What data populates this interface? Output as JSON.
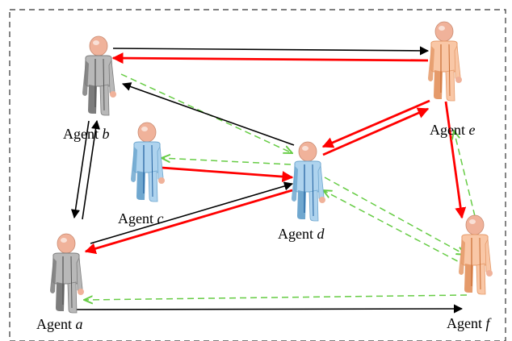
{
  "labels_prefix": "Agent",
  "colors": {
    "black_edge": "#000000",
    "red_edge": "#ff0000",
    "green_edge": "#66cc44",
    "gray_body": "#b8b8b8",
    "blue_body": "#aed3ee",
    "orange_body": "#f9c7a6",
    "head": "#f0b29a",
    "border": "#333333"
  },
  "agents": [
    {
      "id": "a",
      "label_word": "Agent",
      "label_id": "a",
      "color": "gray"
    },
    {
      "id": "b",
      "label_word": "Agent",
      "label_id": "b",
      "color": "gray"
    },
    {
      "id": "c",
      "label_word": "Agent",
      "label_id": "c",
      "color": "blue"
    },
    {
      "id": "d",
      "label_word": "Agent",
      "label_id": "d",
      "color": "blue"
    },
    {
      "id": "e",
      "label_word": "Agent",
      "label_id": "e",
      "color": "orange"
    },
    {
      "id": "f",
      "label_word": "Agent",
      "label_id": "f",
      "color": "orange"
    }
  ],
  "edges": [
    {
      "from": "b",
      "to": "e",
      "style": "black"
    },
    {
      "from": "e",
      "to": "b",
      "style": "red"
    },
    {
      "from": "b",
      "to": "a",
      "style": "black"
    },
    {
      "from": "a",
      "to": "b",
      "style": "black"
    },
    {
      "from": "b",
      "to": "d",
      "style": "green"
    },
    {
      "from": "d",
      "to": "b",
      "style": "black"
    },
    {
      "from": "c",
      "to": "d",
      "style": "red"
    },
    {
      "from": "d",
      "to": "c",
      "style": "green"
    },
    {
      "from": "a",
      "to": "d",
      "style": "black"
    },
    {
      "from": "d",
      "to": "a",
      "style": "red"
    },
    {
      "from": "d",
      "to": "e",
      "style": "red"
    },
    {
      "from": "e",
      "to": "d",
      "style": "red"
    },
    {
      "from": "d",
      "to": "f",
      "style": "green"
    },
    {
      "from": "f",
      "to": "d",
      "style": "green"
    },
    {
      "from": "e",
      "to": "f",
      "style": "red"
    },
    {
      "from": "f",
      "to": "e",
      "style": "green"
    },
    {
      "from": "a",
      "to": "f",
      "style": "black"
    },
    {
      "from": "f",
      "to": "a",
      "style": "green"
    }
  ]
}
